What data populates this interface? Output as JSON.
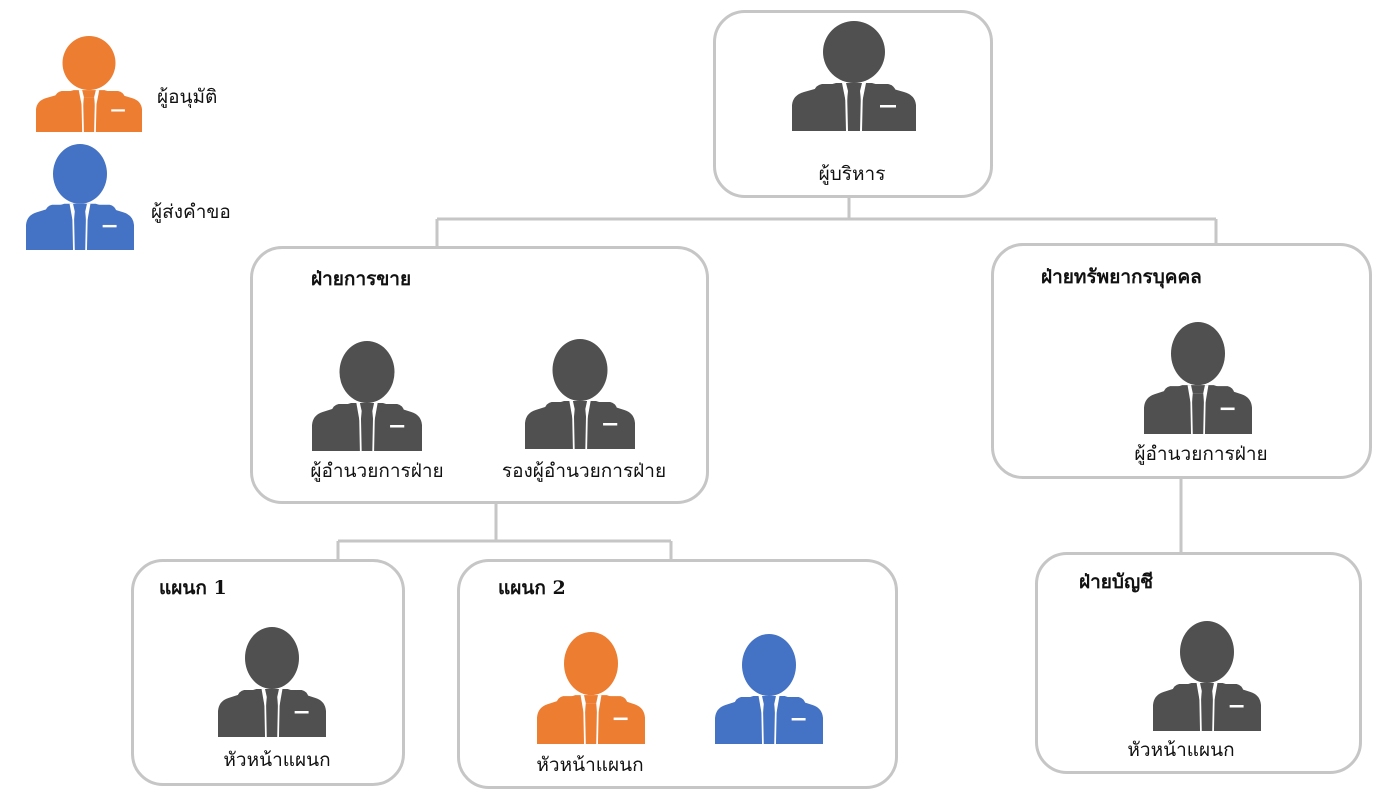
{
  "colors": {
    "person_default": "#505050",
    "approver": "#ed7d31",
    "requester": "#4472c4",
    "connector": "#c6c6c6",
    "box_border": "#c6c6c6"
  },
  "legend": {
    "approver_label": "ผู้อนุมัติ",
    "requester_label": "ผู้ส่งคำขอ"
  },
  "executive": {
    "label": "ผู้บริหาร"
  },
  "sales": {
    "title": "ฝ่ายการขาย",
    "director_label": "ผู้อำนวยการฝ่าย",
    "deputy_label": "รองผู้อำนวยการฝ่าย"
  },
  "hr": {
    "title": "ฝ่ายทรัพยากรบุคคล",
    "director_label": "ผู้อำนวยการฝ่าย"
  },
  "dept1": {
    "title": "แผนก 1",
    "head_label": "หัวหน้าแผนก"
  },
  "dept2": {
    "title": "แผนก 2",
    "head_label": "หัวหน้าแผนก"
  },
  "accounting": {
    "title": "ฝ่ายบัญชี",
    "head_label": "หัวหน้าแผนก"
  }
}
